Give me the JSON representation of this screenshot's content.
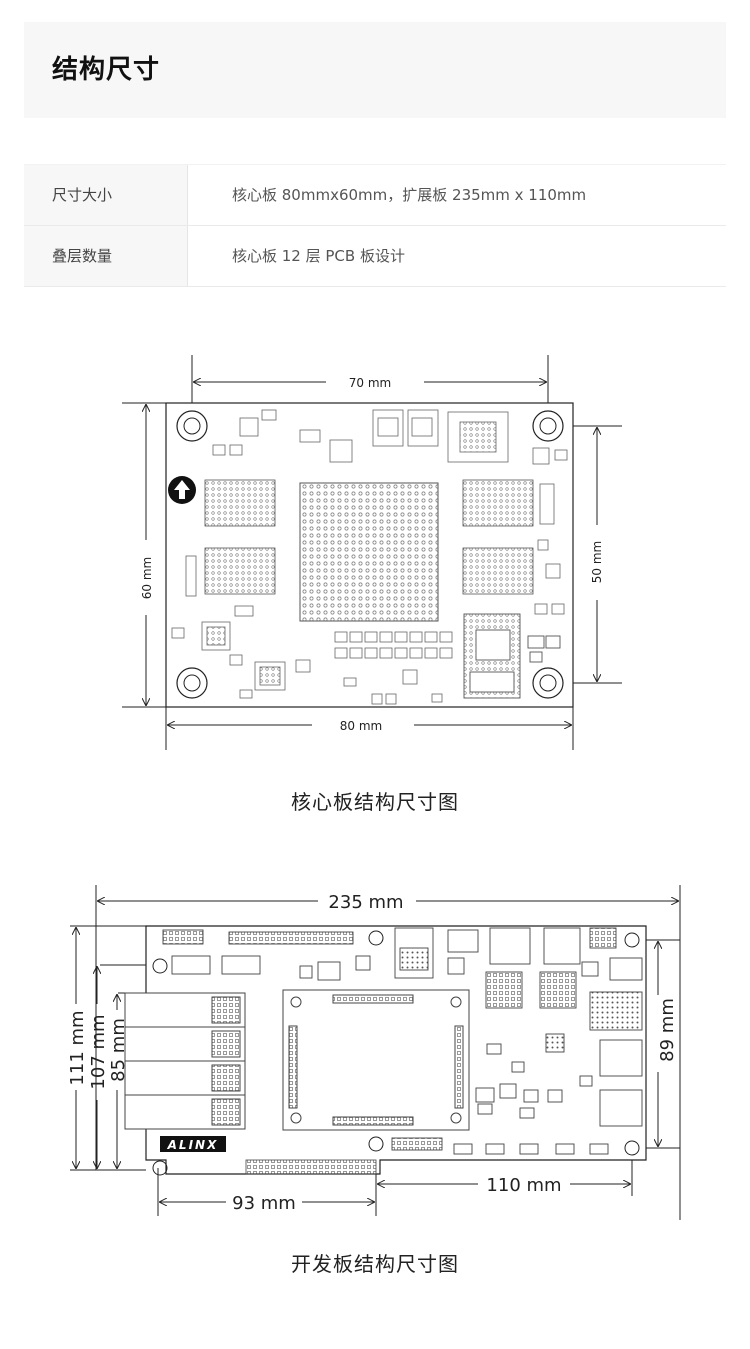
{
  "section": {
    "title": "结构尺寸"
  },
  "specs": [
    {
      "key": "尺寸大小",
      "value": "核心板 80mmx60mm，扩展板 235mm x 110mm"
    },
    {
      "key": "叠层数量",
      "value": "核心板 12 层 PCB 板设计"
    }
  ],
  "core_figure": {
    "dim_top": "70 mm",
    "dim_left": "60 mm",
    "dim_right": "50 mm",
    "dim_bottom": "80 mm",
    "caption": "核心板结构尺寸图"
  },
  "dev_figure": {
    "dim_top": "235 mm",
    "dim_left_1": "111 mm",
    "dim_left_2": "107 mm",
    "dim_left_3": "85 mm",
    "dim_right": "89 mm",
    "dim_bottom_left": "93 mm",
    "dim_bottom_right": "110 mm",
    "logo": "ALINX",
    "caption": "开发板结构尺寸图"
  }
}
